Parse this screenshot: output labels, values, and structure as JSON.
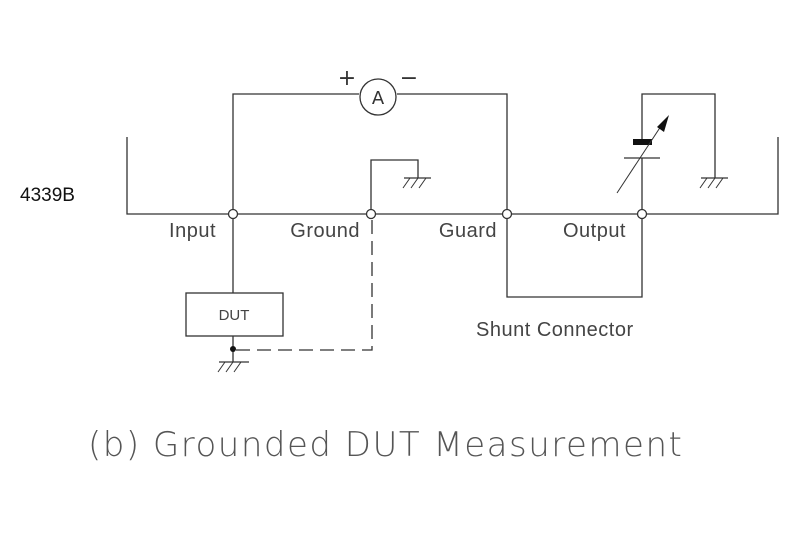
{
  "device": {
    "model": "4339B"
  },
  "terminals": [
    {
      "name": "input",
      "label": "Input"
    },
    {
      "name": "ground",
      "label": "Ground"
    },
    {
      "name": "guard",
      "label": "Guard"
    },
    {
      "name": "output",
      "label": "Output"
    }
  ],
  "ammeter": {
    "symbol": "A",
    "plus": "+",
    "minus": "−"
  },
  "dut": {
    "label": "DUT"
  },
  "shunt": {
    "label": "Shunt Connector"
  },
  "caption": "(b) Grounded DUT Measurement",
  "colors": {
    "line": "#333333",
    "text": "#444444",
    "background": "#ffffff"
  }
}
